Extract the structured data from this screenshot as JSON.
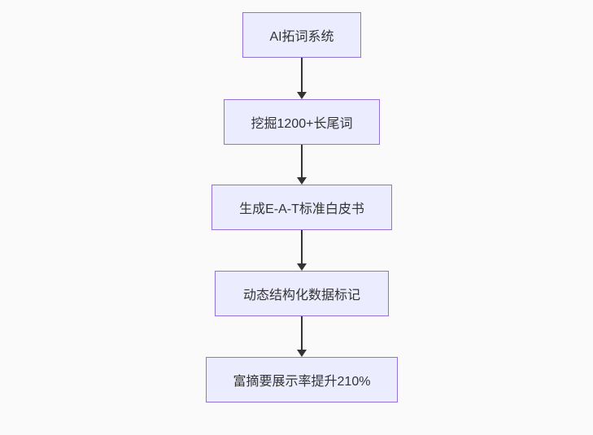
{
  "page": {
    "background_color": "#fafafa"
  },
  "diagram": {
    "type": "flowchart",
    "direction": "top-down",
    "node_fill_color": "#ececff",
    "node_border_color": "#9370db",
    "node_text_color": "#333333",
    "arrow_color": "#333333",
    "nodes": [
      {
        "id": "n1",
        "label": "AI拓词系统"
      },
      {
        "id": "n2",
        "label": "挖掘1200+长尾词"
      },
      {
        "id": "n3",
        "label": "生成E-A-T标准白皮书"
      },
      {
        "id": "n4",
        "label": "动态结构化数据标记"
      },
      {
        "id": "n5",
        "label": "富摘要展示率提升210%"
      }
    ],
    "edges": [
      {
        "from": "n1",
        "to": "n2"
      },
      {
        "from": "n2",
        "to": "n3"
      },
      {
        "from": "n3",
        "to": "n4"
      },
      {
        "from": "n4",
        "to": "n5"
      }
    ]
  }
}
